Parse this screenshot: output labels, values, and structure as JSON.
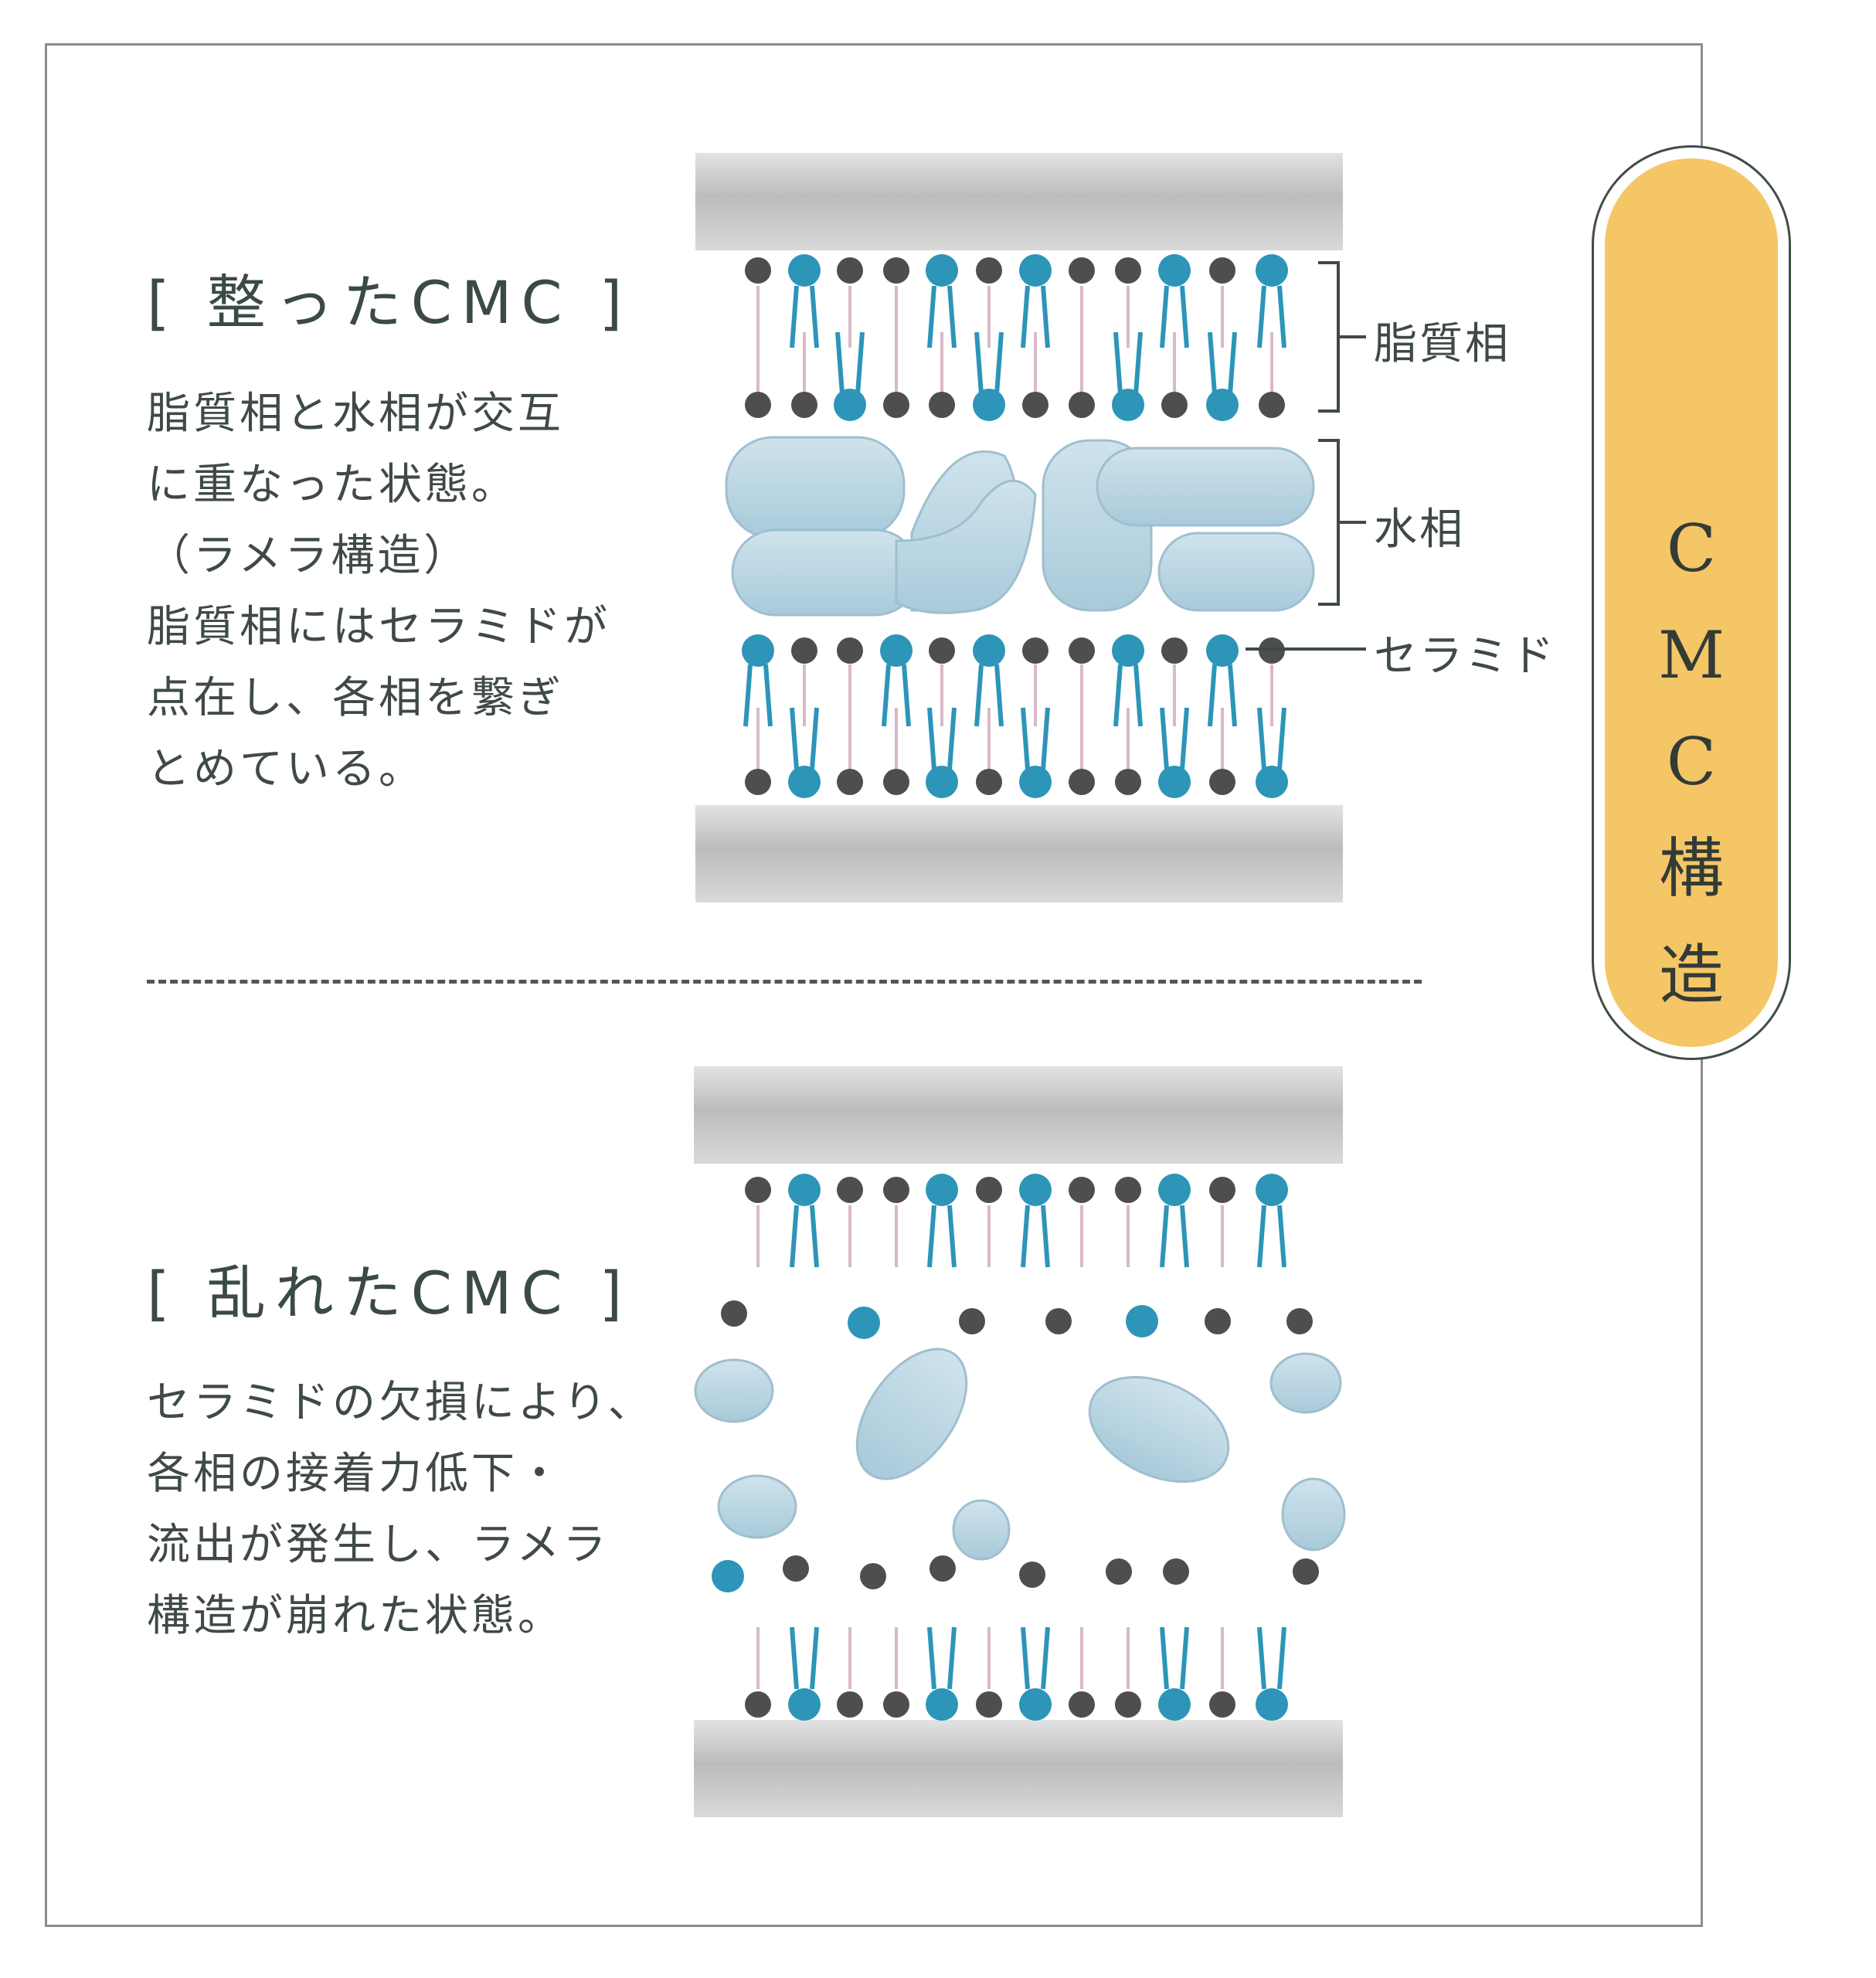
{
  "side_tab": {
    "chars": [
      "C",
      "M",
      "C",
      "構",
      "造"
    ],
    "fill_color": "#f4c666"
  },
  "top": {
    "heading": "[ 整ったCMC ]",
    "description": [
      "脂質相と水相が交互",
      "に重なった状態。",
      "（ラメラ構造）",
      "脂質相にはセラミドが",
      "点在し、各相を繋ぎ",
      "とめている。"
    ],
    "labels": {
      "lipid": "脂質相",
      "water": "水相",
      "ceramide": "セラミド"
    }
  },
  "bottom": {
    "heading": "[ 乱れたCMC ]",
    "description": [
      "セラミドの欠損により、",
      "各相の接着力低下・",
      "流出が発生し、ラメラ",
      "構造が崩れた状態。"
    ]
  },
  "colors": {
    "ceramide": "#2c95b8",
    "lipid_head": "#4e4e4e",
    "water": "#b9d6e3",
    "membrane": "#c4c4c4"
  }
}
